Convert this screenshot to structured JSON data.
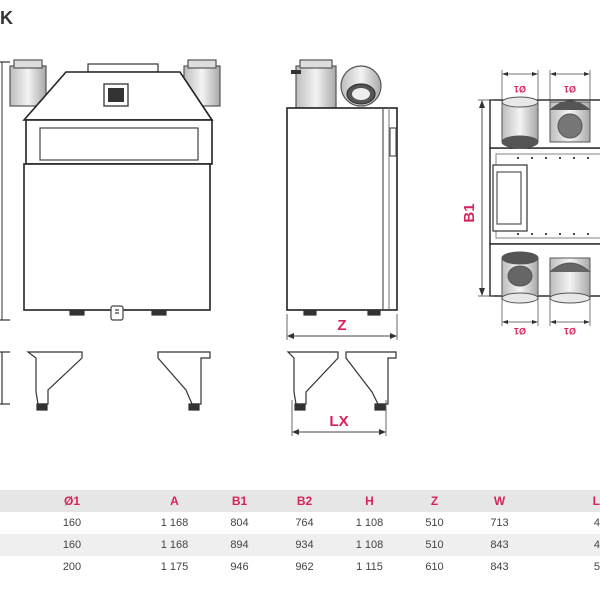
{
  "corner_label": "K",
  "dimensions": {
    "z": "Z",
    "lx": "LX",
    "b1": "B1",
    "diameter": "Ø1"
  },
  "table": {
    "headers": [
      "Ø1",
      "A",
      "B1",
      "B2",
      "H",
      "Z",
      "W",
      "L"
    ],
    "rows": [
      [
        "160",
        "1 168",
        "804",
        "764",
        "1 108",
        "510",
        "713",
        "4"
      ],
      [
        "160",
        "1 168",
        "894",
        "934",
        "1 108",
        "510",
        "843",
        "4"
      ],
      [
        "200",
        "1 175",
        "946",
        "962",
        "1 115",
        "610",
        "843",
        "5"
      ]
    ]
  },
  "colors": {
    "accent": "#d6245a",
    "line": "#333333",
    "header_bg": "#e6e6e6",
    "row_alt_bg": "#efefef"
  }
}
